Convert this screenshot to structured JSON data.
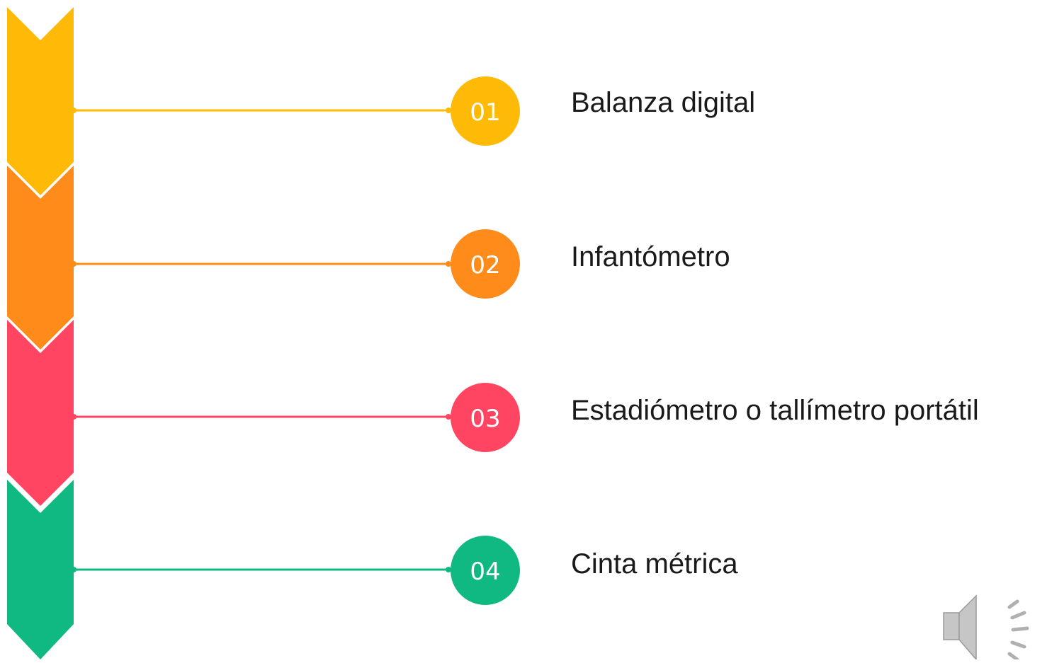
{
  "steps": [
    {
      "number": "01",
      "label": "Balanza digital",
      "color": "#FFBA08"
    },
    {
      "number": "02",
      "label": "Infantómetro",
      "color": "#FF8C1A"
    },
    {
      "number": "03",
      "label": "Estadiómetro o tallímetro portátil",
      "color": "#FF4561"
    },
    {
      "number": "04",
      "label": "Cinta métrica",
      "color": "#10B981"
    }
  ],
  "audio": {
    "icon": "speaker-icon"
  }
}
